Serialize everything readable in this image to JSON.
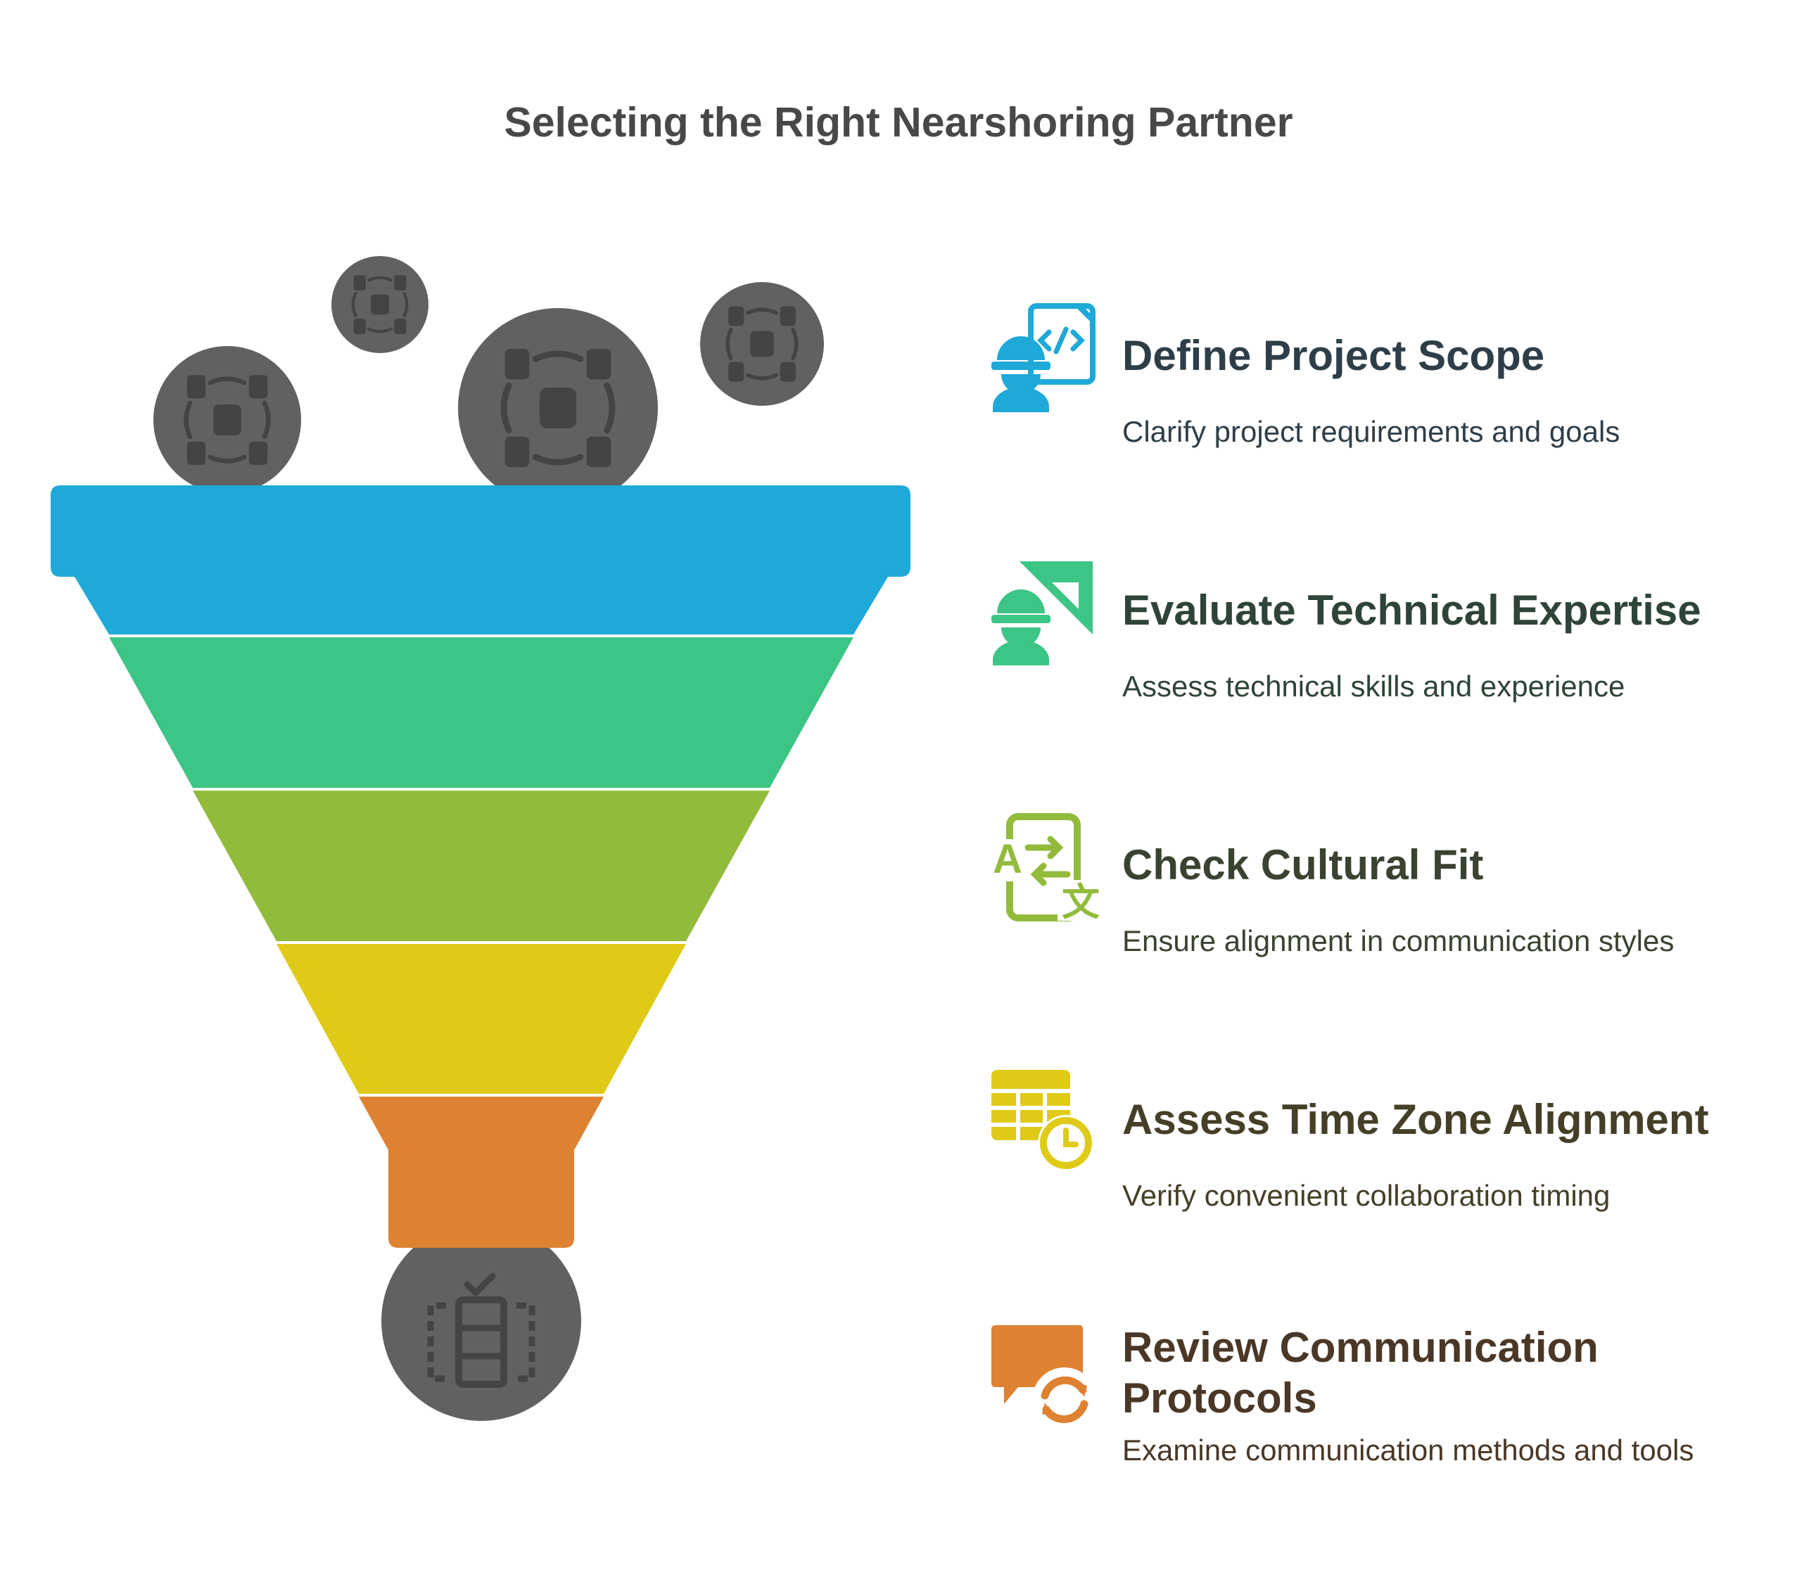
{
  "title": "Selecting the Right Nearshoring Partner",
  "steps": [
    {
      "title": "Define Project Scope",
      "desc": "Clarify project requirements and goals",
      "color": "#1FA9D8",
      "text_color": "#2E3E48",
      "icon": "developer-code-icon"
    },
    {
      "title": "Evaluate Technical Expertise",
      "desc": "Assess technical skills and experience",
      "color": "#3DC586",
      "text_color": "#2F4438",
      "icon": "engineer-triangle-ruler-icon"
    },
    {
      "title": "Check Cultural Fit",
      "desc": "Ensure alignment in communication styles",
      "color": "#92BB3C",
      "text_color": "#3A4230",
      "icon": "translate-icon"
    },
    {
      "title": "Assess Time Zone Alignment",
      "desc": "Verify convenient collaboration timing",
      "color": "#DFCB17",
      "text_color": "#453F27",
      "icon": "schedule-clock-icon"
    },
    {
      "title": "Review Communication Protocols",
      "desc": "Examine communication methods and tools",
      "color": "#DE8232",
      "text_color": "#4A3726",
      "icon": "chat-refresh-icon"
    }
  ],
  "colors": {
    "bubble": "#616161",
    "bubble_icon": "#444444",
    "title": "#484848"
  }
}
